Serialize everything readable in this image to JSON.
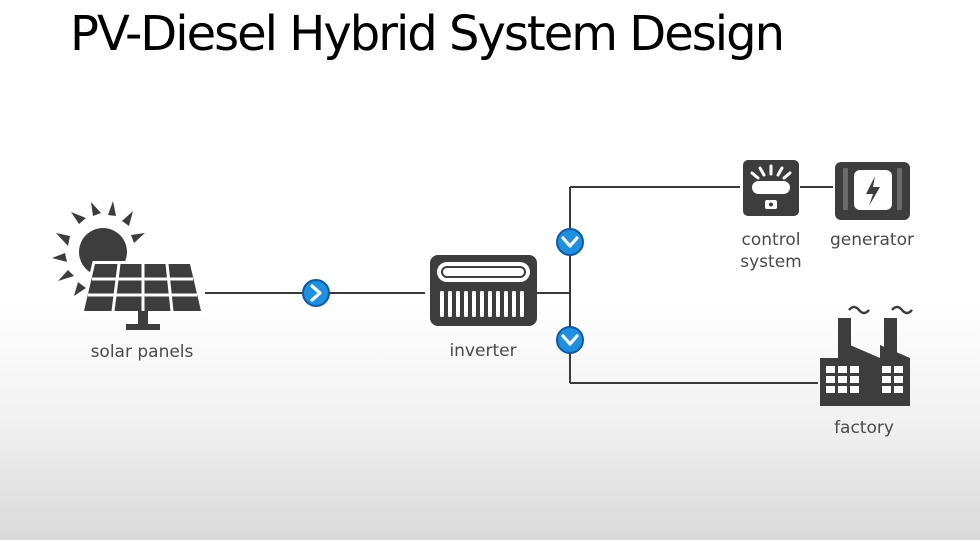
{
  "slide": {
    "title": "PV-Diesel Hybrid System Design"
  },
  "nodes": {
    "solar_panels": "solar panels",
    "inverter": "inverter",
    "control_system_line1": "control",
    "control_system_line2": "system",
    "generator": "generator",
    "factory": "factory"
  },
  "colors": {
    "icon_fill": "#3d3d3d",
    "connector_line": "#3a3a3a",
    "arrow_badge": "#1f8fe0",
    "label_text": "#4a4a4a"
  },
  "icons": {
    "flow_arrow": "chevron-right-icon",
    "branch_arrow": "chevron-down-icon"
  }
}
